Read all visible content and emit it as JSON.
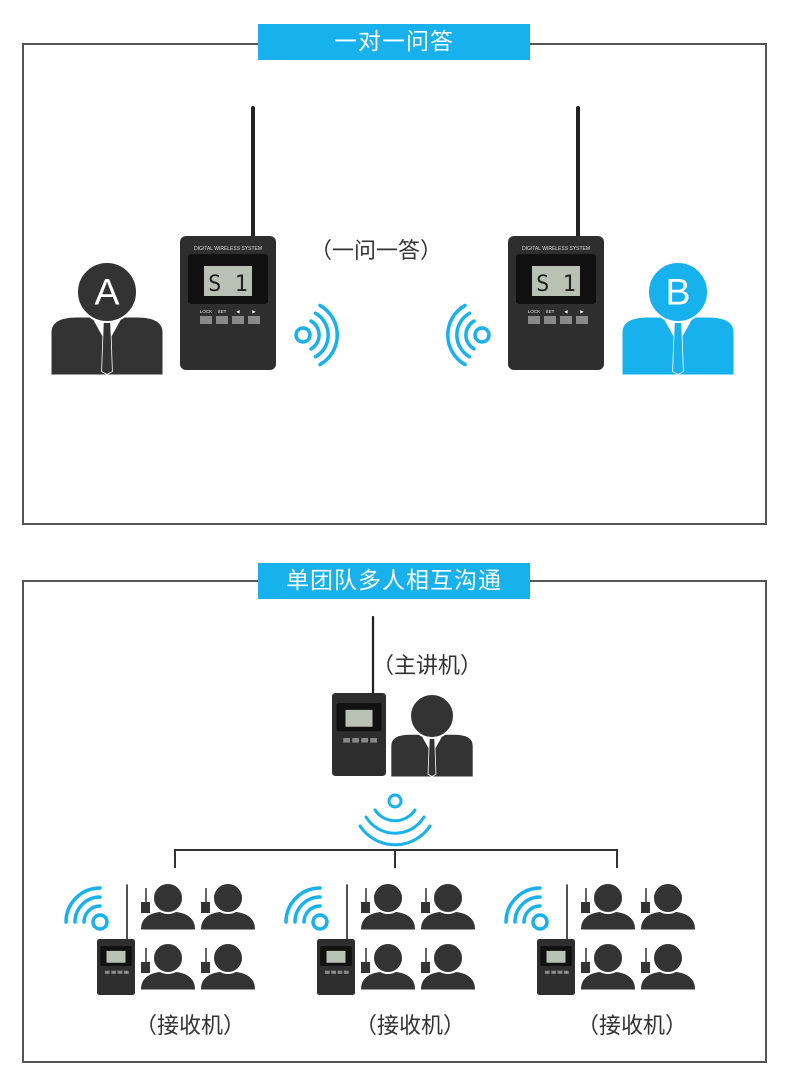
{
  "section1": {
    "title": "一对一问答",
    "caption": "（一问一答）",
    "person_a_letter": "A",
    "person_b_letter": "B",
    "device_brand": "DIGITAL WIRELESS SYSTEM",
    "device_display": "S 1",
    "device_buttons": [
      "LOCK",
      "SET",
      "◀",
      "▶"
    ]
  },
  "section2": {
    "title": "单团队多人相互沟通",
    "host_label": "（主讲机）",
    "receiver_labels": [
      "（接收机）",
      "（接收机）",
      "（接收机）"
    ]
  },
  "colors": {
    "accent": "#17b1ee",
    "dark": "#333333",
    "border": "#555555"
  }
}
